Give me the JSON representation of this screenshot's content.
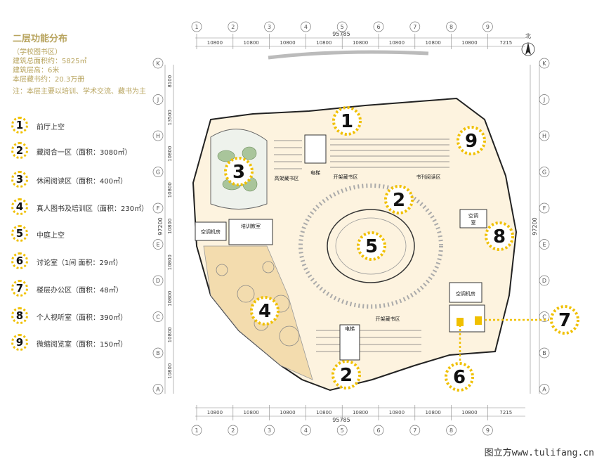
{
  "legend": {
    "title": "二层功能分布",
    "info_lines": [
      "（学校图书区）",
      "建筑总面积约：5825㎡",
      "建筑层高：6米",
      "本层藏书约：20.3万册"
    ],
    "note": "注：本层主要以培训、学术交流、藏书为主",
    "items": [
      {
        "num": "1",
        "label": "前厅上空"
      },
      {
        "num": "2",
        "label": "藏阅合一区（面积：3080㎡）"
      },
      {
        "num": "3",
        "label": "休闲阅读区（面积：400㎡）"
      },
      {
        "num": "4",
        "label": "真人图书及培训区（面积：230㎡）"
      },
      {
        "num": "5",
        "label": "中庭上空"
      },
      {
        "num": "6",
        "label": "讨论室（1间  面积：29㎡）"
      },
      {
        "num": "7",
        "label": "楼层办公区（面积：48㎡）"
      },
      {
        "num": "8",
        "label": "个人视听室（面积：390㎡）"
      },
      {
        "num": "9",
        "label": "微缩阅览室（面积：150㎡）"
      }
    ]
  },
  "grid": {
    "columns": [
      "1",
      "2",
      "3",
      "4",
      "5",
      "6",
      "7",
      "8",
      "9"
    ],
    "rows": [
      "K",
      "J",
      "H",
      "G",
      "F",
      "E",
      "D",
      "C",
      "B",
      "A"
    ],
    "spans": [
      "10800",
      "10800",
      "10800",
      "10800",
      "10800",
      "10800",
      "10800",
      "10800",
      "7215"
    ],
    "total": "95785",
    "left_dims": [
      "8100",
      "13500",
      "10800",
      "10800",
      "10800",
      "10800",
      "10800",
      "10800",
      "10800"
    ],
    "left_total": "97200",
    "right_total": "97200"
  },
  "north_label": "北",
  "rooms": {
    "ac_room_left": "空调机房",
    "ac_room_right": "空调机房",
    "training": "培训教室",
    "stairs_top": "电梯",
    "elevator_bottom": "电梯",
    "stack_high": "高架藏书区",
    "stack_open": "开架藏书区",
    "study": "书刊阅读区",
    "stack_lower": "开架藏书区",
    "control": "空调",
    "control2": "室"
  },
  "markers": [
    {
      "num": "1"
    },
    {
      "num": "2"
    },
    {
      "num": "2"
    },
    {
      "num": "3"
    },
    {
      "num": "4"
    },
    {
      "num": "5"
    },
    {
      "num": "6"
    },
    {
      "num": "7"
    },
    {
      "num": "8"
    },
    {
      "num": "9"
    }
  ],
  "watermark": "图立方www.tulifang.cn",
  "colors": {
    "accent": "#f0c000",
    "text_gold": "#b8a45e",
    "floor": "#fdf3df",
    "floor_dark": "#f3dcae"
  }
}
